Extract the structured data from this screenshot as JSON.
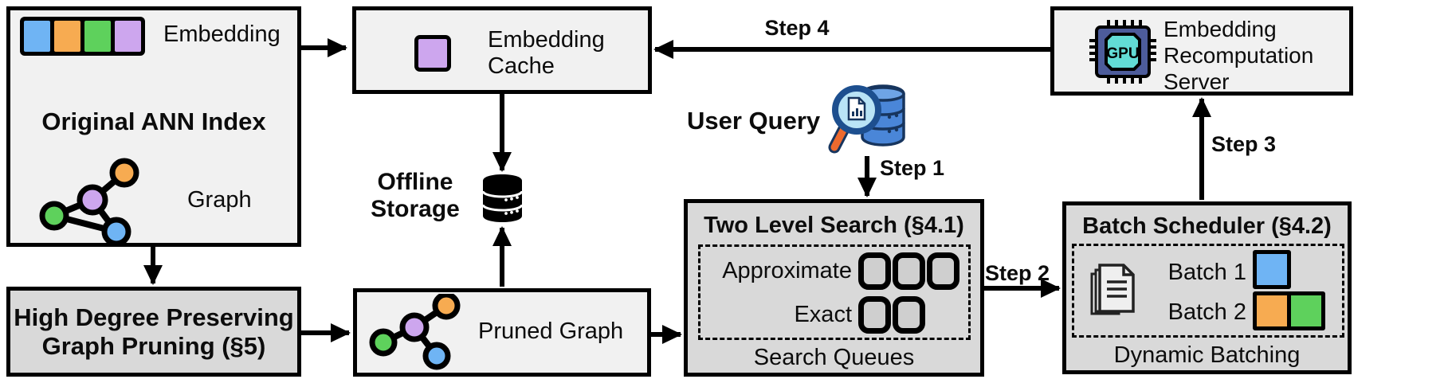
{
  "figure": {
    "description": "System architecture diagram of an embedding-cache ANN search pipeline"
  },
  "colors": {
    "box_light_bg": "#f1f1f1",
    "box_dark_bg": "#d9d9d9",
    "outline": "#000000",
    "embedding_blue": "#6fb4f4",
    "embedding_orange": "#f7ab51",
    "embedding_green": "#5ed15c",
    "embedding_purple": "#cda6ee",
    "queue_square_fill": "#cfcfcf",
    "gpu_chip_body": "#4d5c9b",
    "gpu_chip_core": "#62dcd6",
    "query_db_fill": "#4a86d8",
    "query_rim": "#1d4f8f",
    "query_lens": "#b9e4f6",
    "query_handle": "#ee6a2e"
  },
  "nodes": {
    "original_ann_index": {
      "title": "Original ANN Index",
      "embedding_label": "Embedding",
      "graph_label": "Graph"
    },
    "embedding_cache": {
      "line1": "Embedding",
      "line2": "Cache"
    },
    "offline_storage": {
      "line1": "Offline",
      "line2": "Storage"
    },
    "user_query": {
      "label": "User Query"
    },
    "two_level_search": {
      "title": "Two Level Search (§4.1)",
      "approximate_label": "Approximate",
      "exact_label": "Exact",
      "footer": "Search Queues",
      "approximate_queue_count": 3,
      "exact_queue_count": 2
    },
    "batch_scheduler": {
      "title": "Batch Scheduler (§4.2)",
      "batch1_label": "Batch 1",
      "batch2_label": "Batch 2",
      "footer": "Dynamic Batching"
    },
    "recomputation_server": {
      "line1": "Embedding",
      "line2": "Recomputation",
      "line3": "Server",
      "gpu_label": "GPU"
    },
    "high_degree_pruning": {
      "line1": "High Degree Preserving",
      "line2": "Graph Pruning (§5)"
    },
    "pruned_graph": {
      "label": "Pruned Graph"
    }
  },
  "arrows": {
    "step1": "Step 1",
    "step2": "Step 2",
    "step3": "Step 3",
    "step4": "Step 4"
  },
  "icons": {
    "embedding_vector": "four colored squares: blue, orange, green, purple",
    "graph": "four connected nodes: green, purple, orange, blue",
    "pruned_graph": "tree of four nodes: green, purple, orange, blue",
    "cached_embedding": "purple square",
    "offline_database": "black database cylinder",
    "user_query": "magnifying glass over blue database stack",
    "gpu_chip": "chip labeled GPU",
    "documents": "stacked pages"
  }
}
